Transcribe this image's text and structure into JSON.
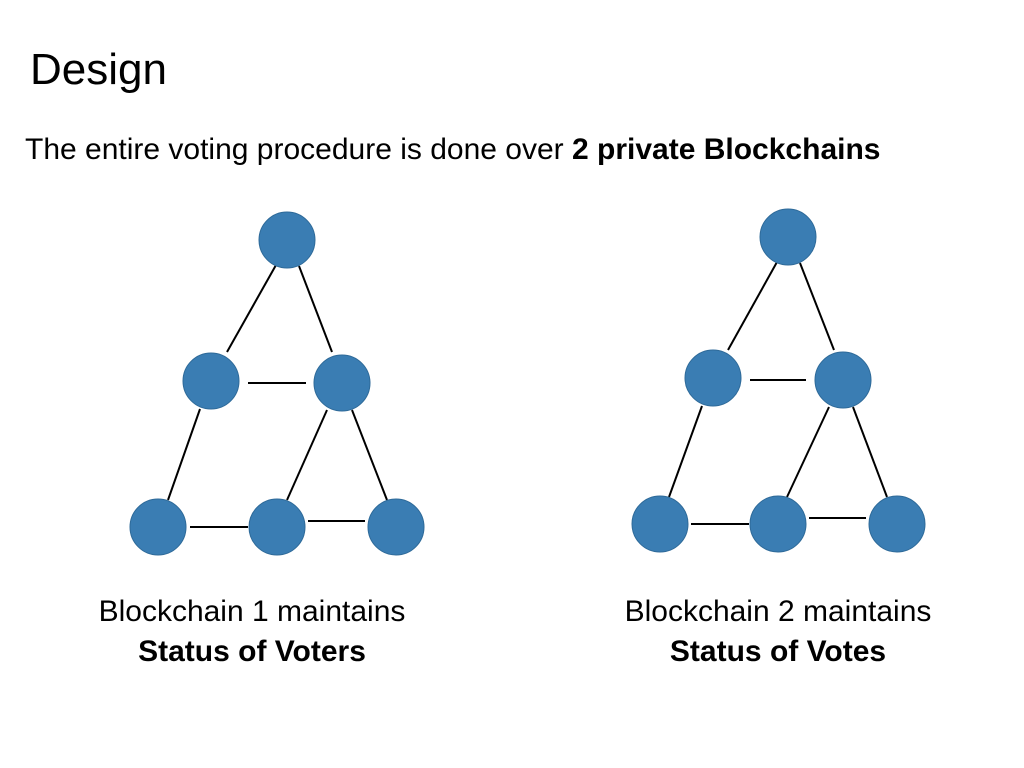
{
  "slide": {
    "title": "Design",
    "subtitle_prefix": "The entire voting procedure is done over ",
    "subtitle_bold": "2 private Blockchains"
  },
  "networks": [
    {
      "caption_line1": "Blockchain 1 maintains",
      "caption_line2": "Status of Voters"
    },
    {
      "caption_line1": "Blockchain 2 maintains",
      "caption_line2": "Status of Votes"
    }
  ],
  "colors": {
    "node_fill": "#3a7db3",
    "node_stroke": "#2e6a99",
    "edge": "#000000"
  }
}
